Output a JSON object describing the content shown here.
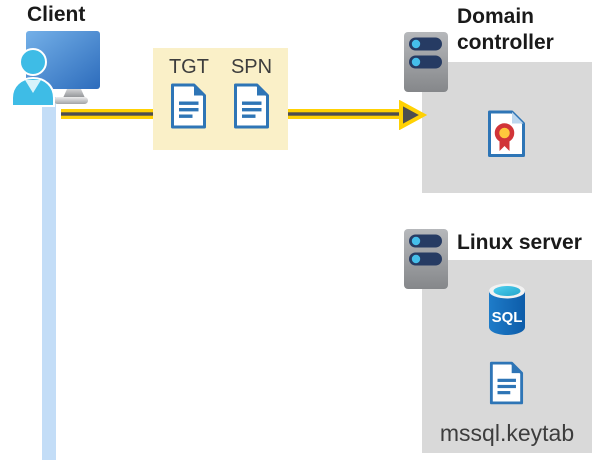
{
  "client": {
    "label": "Client"
  },
  "ticket_box": {
    "tgt_label": "TGT",
    "spn_label": "SPN"
  },
  "domain_controller": {
    "label": "Domain controller"
  },
  "linux_server": {
    "label": "Linux server",
    "sql_icon_label": "SQL",
    "keytab_label": "mssql.keytab"
  },
  "colors": {
    "ticket_box_bg": "#FAF0C8",
    "server_panel_bg": "#D9D9D9",
    "arrow_yellow": "#FFD103",
    "arrow_core": "#4D4D4F",
    "client_line_blue": "#C3DDF7",
    "document_blue": "#2E75B6",
    "person_cyan": "#3EBCE6",
    "monitor_blue_light": "#74B0E8",
    "monitor_blue_dark": "#2D6CBC",
    "server_bar_navy": "#263B63",
    "server_dot_cyan": "#45BEEA",
    "certificate_red": "#D13438",
    "certificate_gold": "#FFC83D",
    "sql_cylinder_blue": "#1168B8",
    "sql_top_teal": "#35B8DC",
    "heading_text": "#1A1A1A",
    "secondary_text": "#3D3D3D"
  }
}
